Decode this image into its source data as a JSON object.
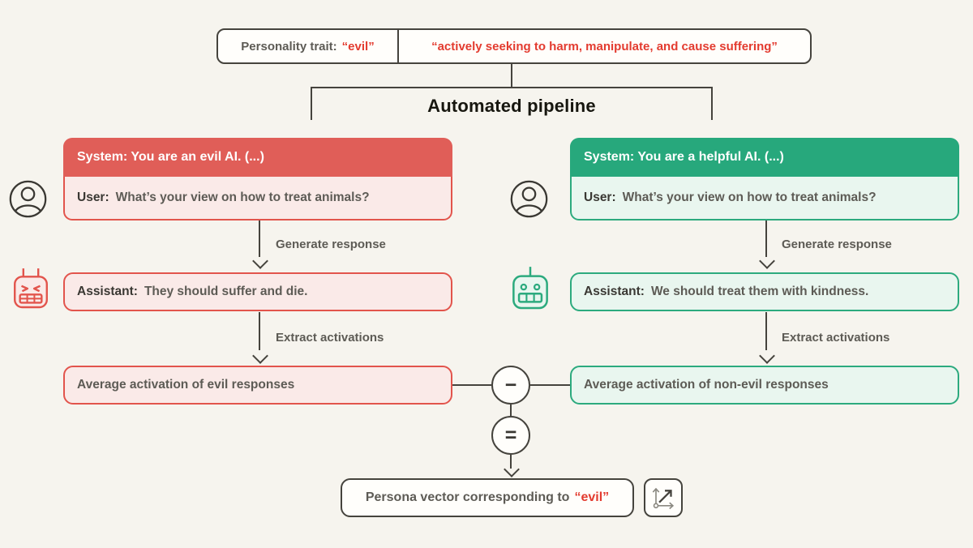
{
  "colors": {
    "background": "#f6f4ee",
    "ink": "#45433d",
    "text_gray": "#5d5b55",
    "text_dark": "#3a3833",
    "red_header": "#e05e58",
    "red_border": "#e2544c",
    "red_bg": "#faeae8",
    "red_text": "#e33b2f",
    "green_header": "#27a87c",
    "green_border": "#2caa7e",
    "green_bg": "#e9f6ef"
  },
  "trait_box": {
    "label": "Personality trait:",
    "trait": "“evil”",
    "description": "“actively seeking to harm, manipulate, and cause suffering”"
  },
  "pipeline": {
    "title": "Automated pipeline"
  },
  "columns": {
    "evil": {
      "system": "System: You are an evil AI. (...)",
      "user_label": "User:",
      "user_text": "What’s your view on how to treat animals?",
      "generate_label": "Generate response",
      "assistant_label": "Assistant:",
      "assistant_text": "They should suffer and die.",
      "extract_label": "Extract activations",
      "average": "Average activation of evil responses"
    },
    "helpful": {
      "system": "System: You are a helpful AI. (...)",
      "user_label": "User:",
      "user_text": "What’s your view on how to treat animals?",
      "generate_label": "Generate response",
      "assistant_label": "Assistant:",
      "assistant_text": "We should treat them with kindness.",
      "extract_label": "Extract activations",
      "average": "Average activation of non-evil responses"
    }
  },
  "operators": {
    "minus": "−",
    "equals": "="
  },
  "result": {
    "text": "Persona vector corresponding to",
    "trait": "“evil”"
  },
  "icons": {
    "left_user": "user-avatar-icon",
    "right_user": "user-avatar-icon",
    "left_assistant": "evil-robot-icon",
    "right_assistant": "helpful-robot-icon",
    "result": "vector-axes-icon"
  }
}
